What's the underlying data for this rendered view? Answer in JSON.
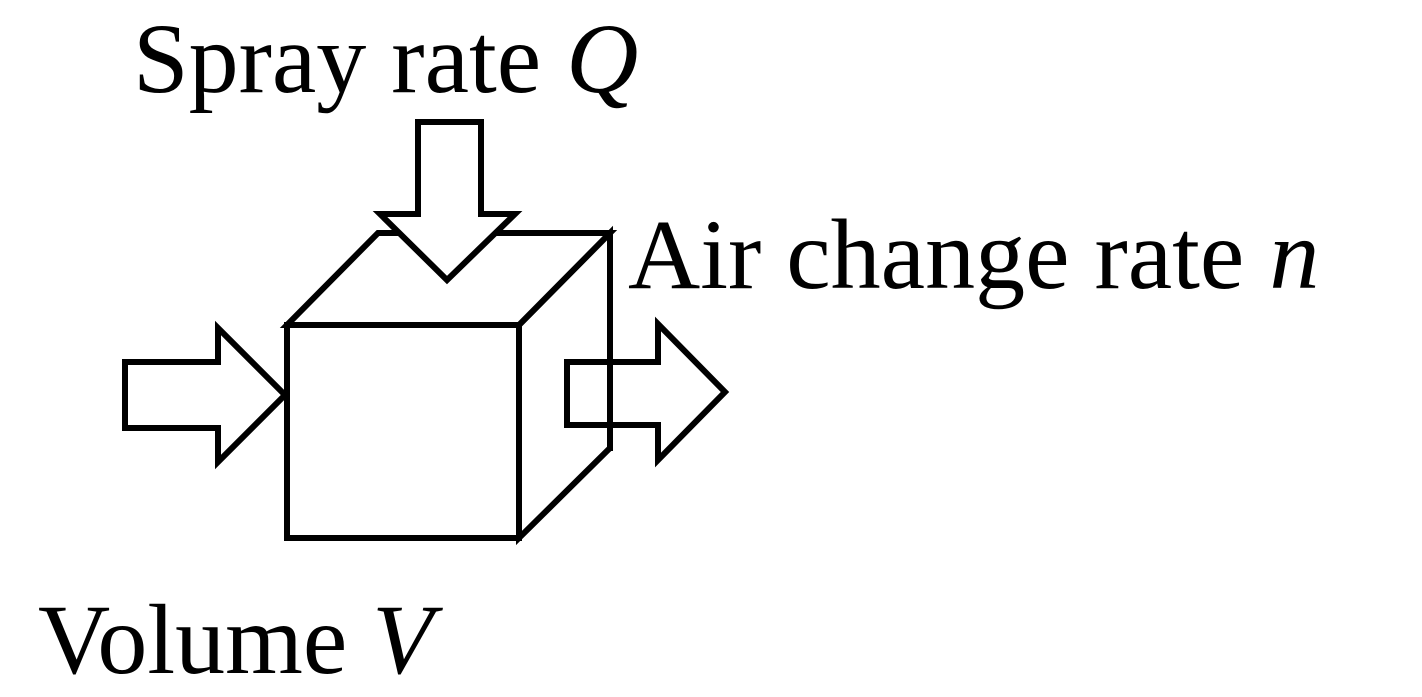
{
  "labels": {
    "spray": {
      "text": "Spray rate ",
      "symbol": "Q"
    },
    "air_change": {
      "text": "Air change rate ",
      "symbol": "n"
    },
    "volume": {
      "text": "Volume ",
      "symbol": "V"
    }
  }
}
